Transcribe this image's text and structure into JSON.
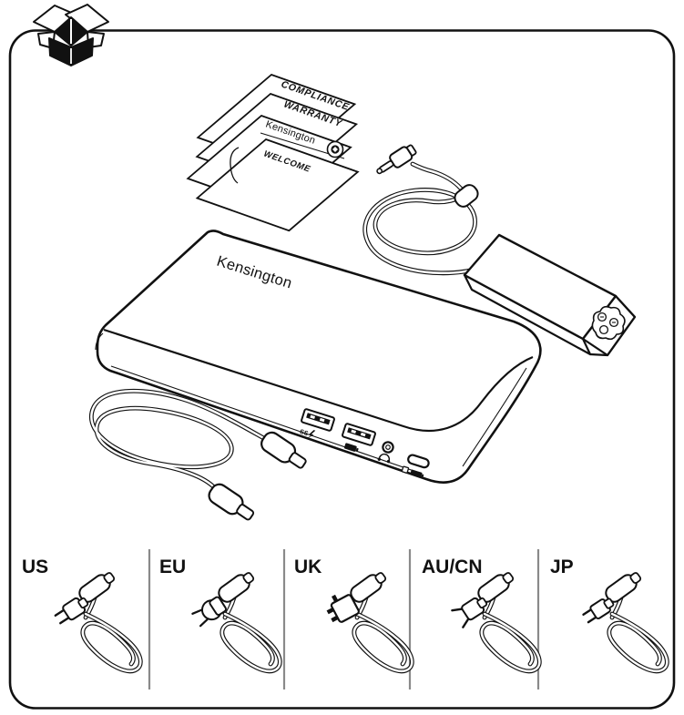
{
  "frame": {
    "background": "#ffffff",
    "border_color": "#111111",
    "divider_color": "#8a8a8a"
  },
  "package_icon": {
    "name": "open-box"
  },
  "documents": {
    "cards": [
      {
        "label": "COMPLIANCE"
      },
      {
        "label": "WARRANTY"
      },
      {
        "label": "Kensington"
      },
      {
        "label": "WELCOME"
      }
    ]
  },
  "power_adapter": {
    "inlet_type": "C5 cloverleaf inlet",
    "plug_type": "DC barrel plug",
    "features": [
      "coiled cable",
      "ferrite bead"
    ]
  },
  "dock": {
    "brand": "Kensington",
    "front_ports": [
      {
        "type": "USB-A",
        "marking": "SS",
        "icons": [
          "lightning-bolt"
        ]
      },
      {
        "type": "USB-A",
        "icons": [
          "battery"
        ]
      },
      {
        "type": "3.5mm audio jack",
        "icons": [
          "headset"
        ]
      },
      {
        "type": "USB-C",
        "icons": [
          "square",
          "battery"
        ]
      }
    ]
  },
  "usb_c_cable": {
    "connectors": "USB-C to USB-C"
  },
  "power_cords": {
    "regions": [
      {
        "label": "US"
      },
      {
        "label": "EU"
      },
      {
        "label": "UK"
      },
      {
        "label": "AU/CN"
      },
      {
        "label": "JP"
      }
    ]
  }
}
